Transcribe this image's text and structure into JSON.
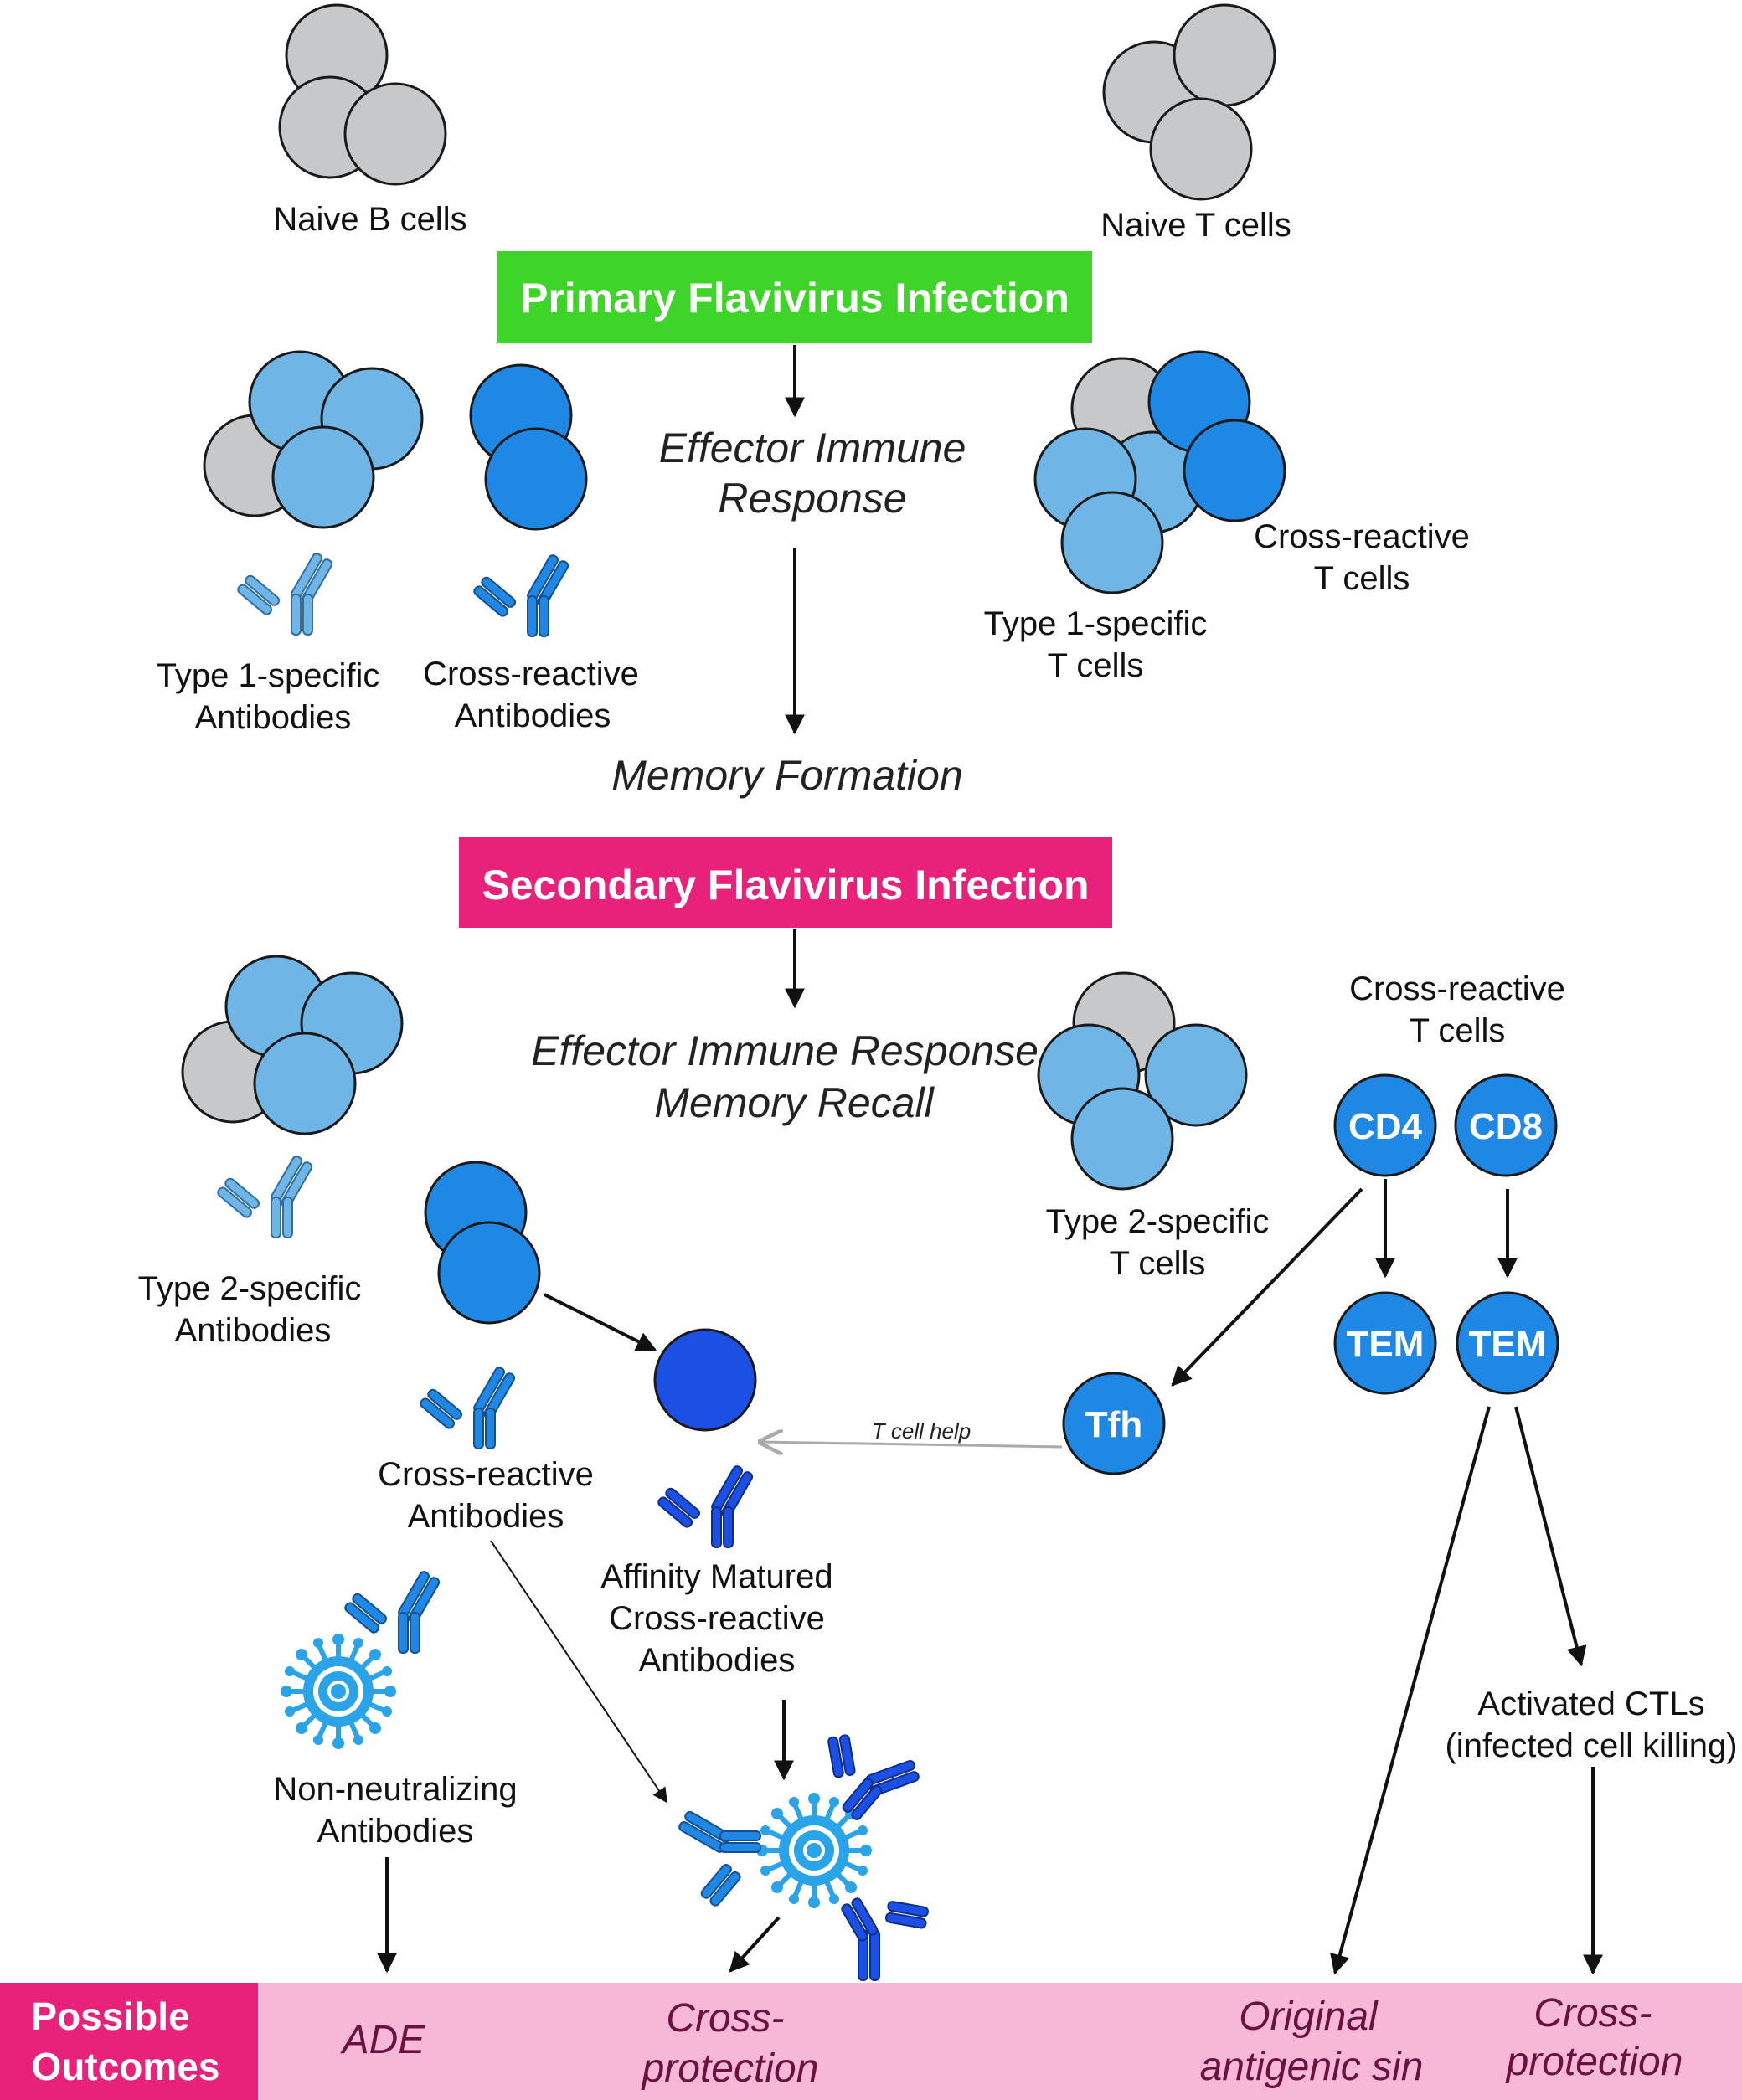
{
  "naive_b_label": "Naive B cells",
  "naive_t_label": "Naive T cells",
  "primary_infection": "Primary Flavivirus Infection",
  "effector_primary": [
    "Effector Immune",
    "Response"
  ],
  "memory_formation": "Memory Formation",
  "type1_antibodies": [
    "Type 1-specific",
    "Antibodies"
  ],
  "crossreactive_antibodies_1": [
    "Cross-reactive",
    "Antibodies"
  ],
  "crossreactive_t_1": [
    "Cross-reactive",
    "T cells"
  ],
  "type1_t": [
    "Type 1-specific",
    "T cells"
  ],
  "secondary_infection": "Secondary Flavivirus Infection",
  "effector_secondary": [
    "Effector Immune Response,",
    "Memory Recall"
  ],
  "type2_antibodies": [
    "Type 2-specific",
    "Antibodies"
  ],
  "type2_t": [
    "Type 2-specific",
    "T cells"
  ],
  "crossreactive_t_2": [
    "Cross-reactive",
    "T cells"
  ],
  "cd4": "CD4",
  "cd8": "CD8",
  "tem": "TEM",
  "tfh": "Tfh",
  "t_cell_help": "T cell help",
  "crossreactive_antibodies_2": [
    "Cross-reactive",
    "Antibodies"
  ],
  "affinity_matured": [
    "Affinity Matured",
    "Cross-reactive",
    "Antibodies"
  ],
  "non_neutralizing": [
    "Non-neutralizing",
    "Antibodies"
  ],
  "activated_ctls": [
    "Activated CTLs",
    "(infected cell killing)"
  ],
  "outcomes": {
    "heading": [
      "Possible",
      "Outcomes"
    ],
    "ade": "ADE",
    "cross_protection_1": [
      "Cross-",
      "protection"
    ],
    "original_antigenic_sin": [
      "Original",
      "antigenic sin"
    ],
    "cross_protection_2": [
      "Cross-",
      "protection"
    ]
  },
  "colors": {
    "gray_cell": "#c7c8ca",
    "light_blue": "#6fb5e6",
    "mid_blue": "#1f88e5",
    "dark_blue": "#1c4fe3",
    "green_box": "#3fd42a",
    "pink_box": "#e8227a",
    "outcome_band": "#f7b8d8",
    "virus": "#2aa3e8"
  }
}
